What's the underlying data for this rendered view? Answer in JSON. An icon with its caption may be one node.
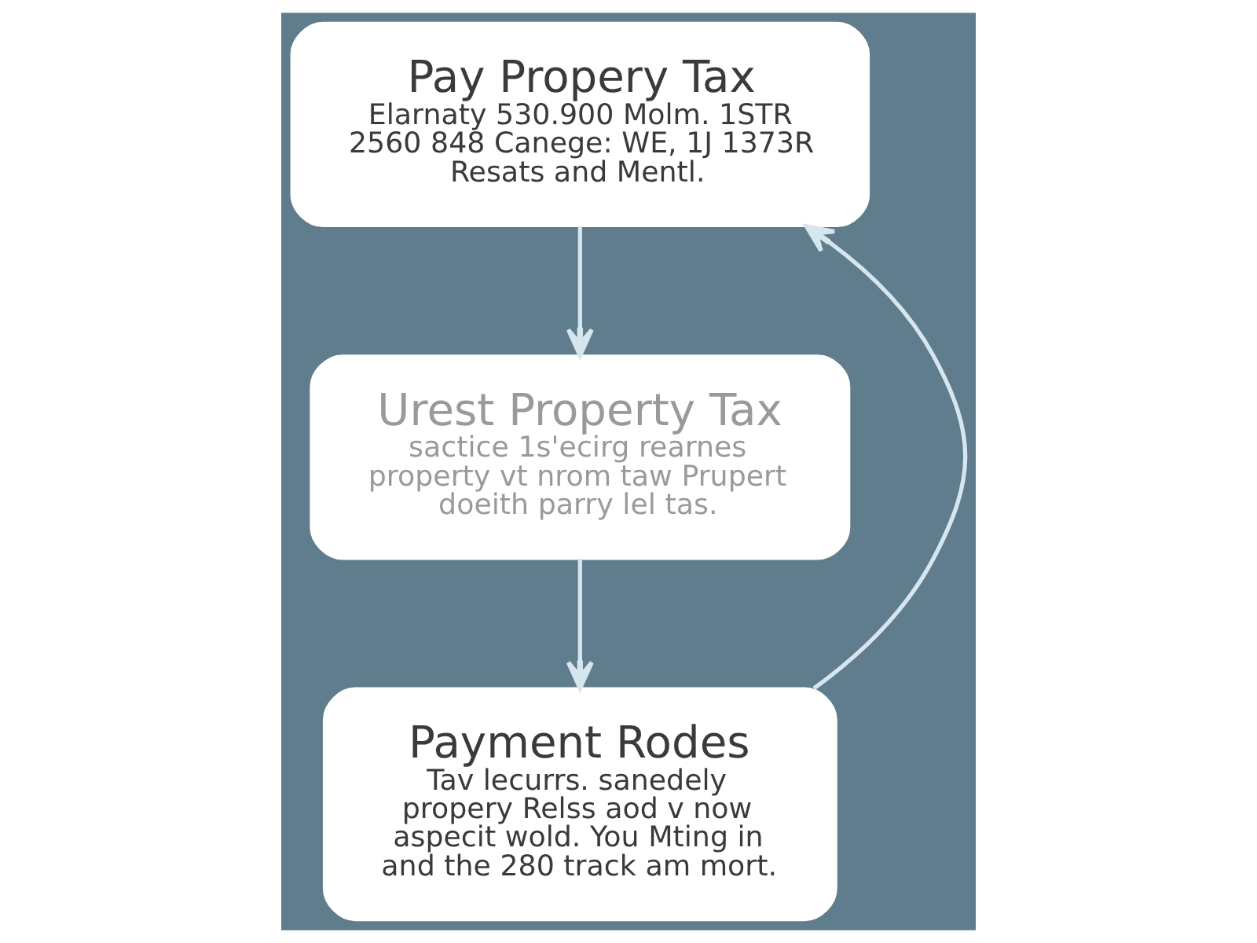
{
  "diagram": {
    "nodes": [
      {
        "text": [
          "Pay Propery Tax",
          "Elarnaty 530.900 Molm. 1STR 2560 848 Canege: WE, 1J 1373R Resats and Mentl."
        ]
      },
      {
        "text": [
          "Urest Property Tax",
          "sactice 1s'ecirg rearnes",
          "property vt nrom taw Prupert doeith parry lel tas."
        ]
      },
      {
        "text": [
          "Payment Rodes",
          "Tav lecurrs. sanedely propery Relss aod v now aspecit wold. You Mting in and the 280 track am mort."
        ]
      }
    ],
    "edges": [
      {
        "from": 0,
        "to": 1,
        "arrow": "to"
      },
      {
        "from": 1,
        "to": 2,
        "arrow": "to"
      },
      {
        "from": 2,
        "to": 0,
        "arrow": "to"
      }
    ]
  }
}
